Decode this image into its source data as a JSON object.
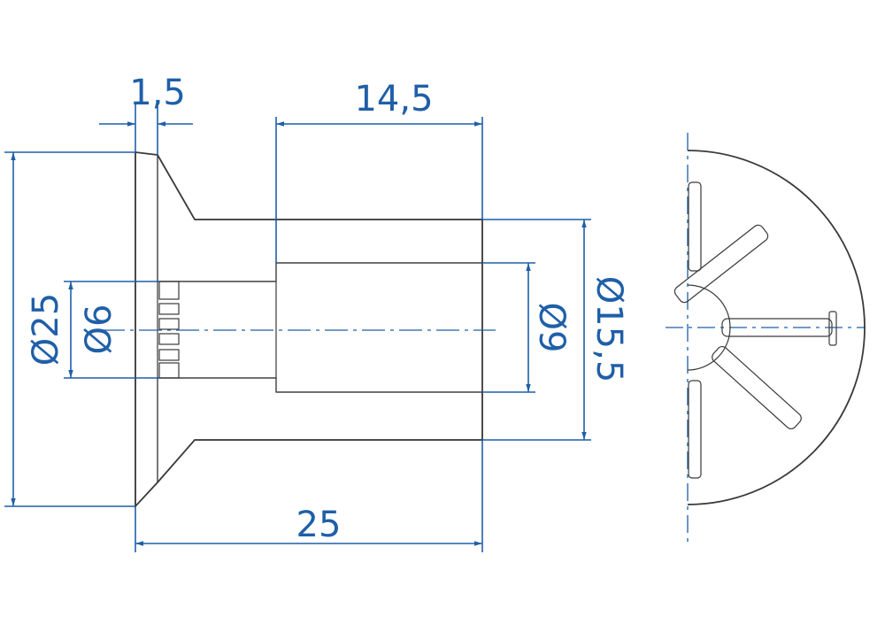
{
  "diagram": {
    "dimensions": {
      "flange_thickness": "1,5",
      "bore_depth": "14,5",
      "total_length": "25",
      "head_diameter": "Ø25",
      "small_bore_diameter": "Ø6",
      "bore_diameter": "Ø9",
      "shank_diameter": "Ø15,5"
    },
    "colors": {
      "dimension": "#1f5fa8",
      "outline": "#3a3a3a",
      "hatch": "#4a4a4a"
    }
  }
}
